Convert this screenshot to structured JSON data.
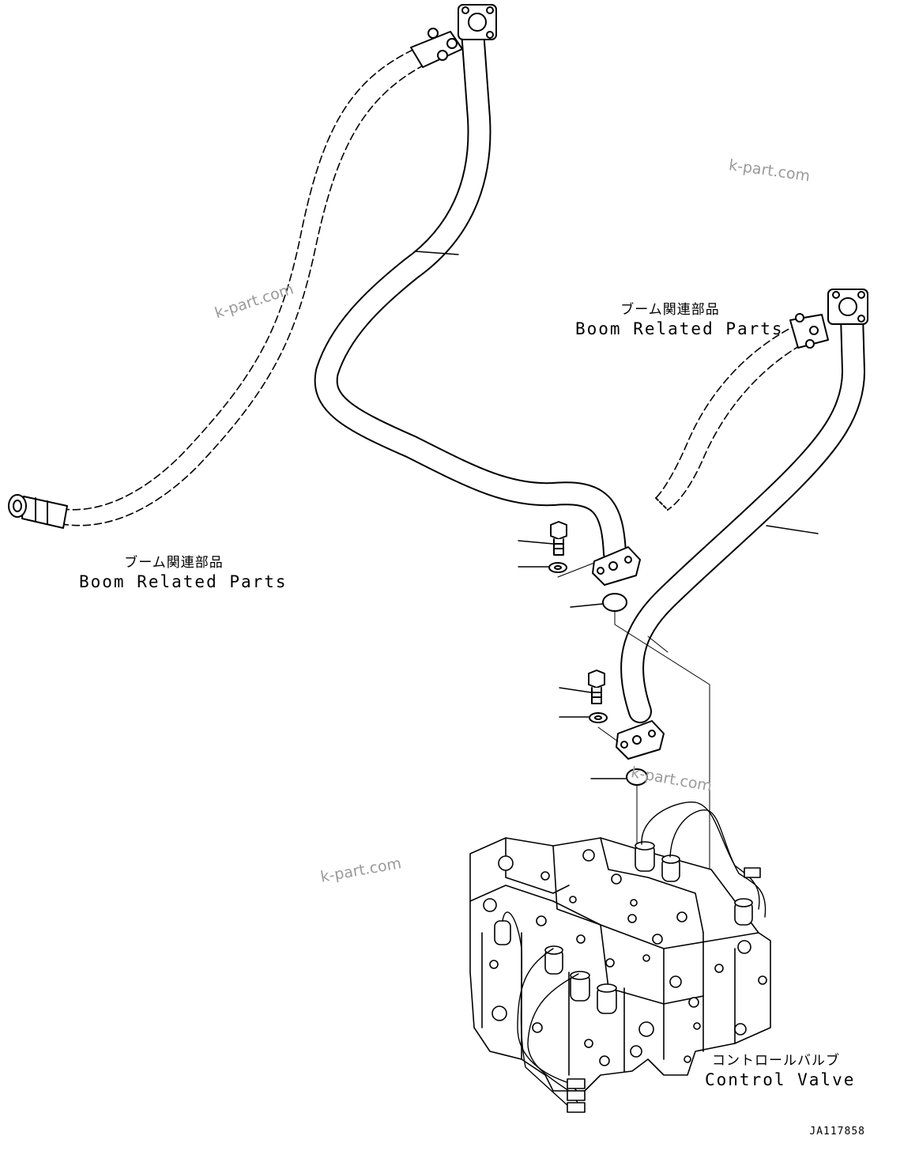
{
  "labels": {
    "boom_left": {
      "jp": "ブーム関連部品",
      "en": "Boom Related Parts"
    },
    "boom_right": {
      "jp": "ブーム関連部品",
      "en": "Boom Related Parts"
    },
    "control_valve": {
      "jp": "コントロールバルブ",
      "en": "Control Valve"
    }
  },
  "watermark": "k-part.com",
  "figure_number": "JA117858"
}
